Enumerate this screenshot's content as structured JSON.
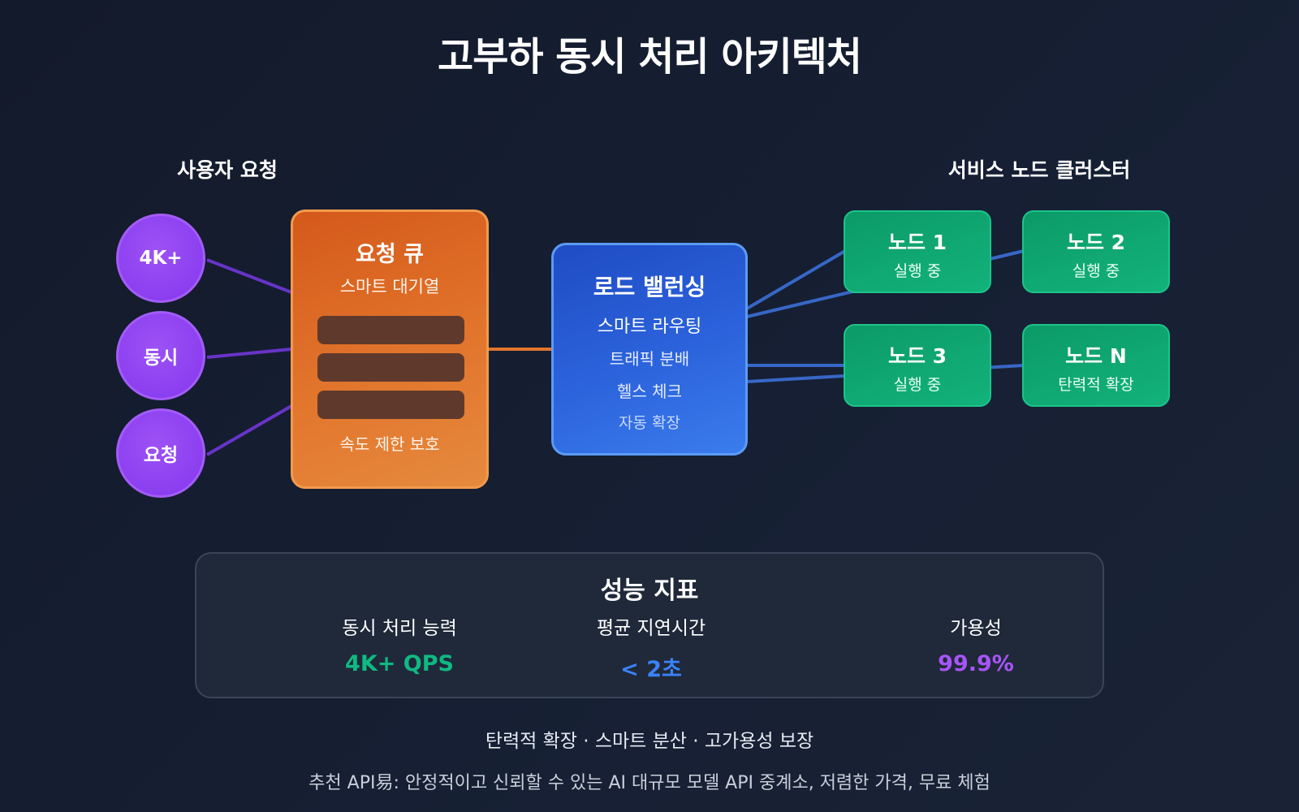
{
  "title": "고부하 동시 처리 아키텍처",
  "users": {
    "label": "사용자 요청",
    "circles": [
      "4K+",
      "동시",
      "요청"
    ]
  },
  "queue": {
    "title": "요청 큐",
    "subtitle": "스마트 대기열",
    "footer": "속도 제한 보호"
  },
  "load_balancer": {
    "title": "로드 밸런싱",
    "features": [
      "스마트 라우팅",
      "트래픽 분배",
      "헬스 체크",
      "자동 확장"
    ]
  },
  "cluster": {
    "label": "서비스 노드 클러스터",
    "nodes": [
      {
        "name": "노드 1",
        "status": "실행 중"
      },
      {
        "name": "노드 2",
        "status": "실행 중"
      },
      {
        "name": "노드 3",
        "status": "실행 중"
      },
      {
        "name": "노드 N",
        "status": "탄력적 확장"
      }
    ]
  },
  "metrics": {
    "title": "성능 지표",
    "items": [
      {
        "label": "동시 처리 능력",
        "value": "4K+ QPS",
        "color": "#10b981"
      },
      {
        "label": "평균 지연시간",
        "value": "< 2초",
        "color": "#3b82f6"
      },
      {
        "label": "가용성",
        "value": "99.9%",
        "color": "#a855f7"
      }
    ]
  },
  "tagline": "탄력적 확장 · 스마트 분산 · 고가용성 보장",
  "promo": "추천 API易: 안정적이고 신뢰할 수 있는 AI 대규모 모델 API 중계소, 저렴한 가격, 무료 체험",
  "colors": {
    "user_accent": "#8b3ff0",
    "queue_accent": "#e2752c",
    "balancer_accent": "#2c63dc",
    "node_accent": "#10a974"
  }
}
